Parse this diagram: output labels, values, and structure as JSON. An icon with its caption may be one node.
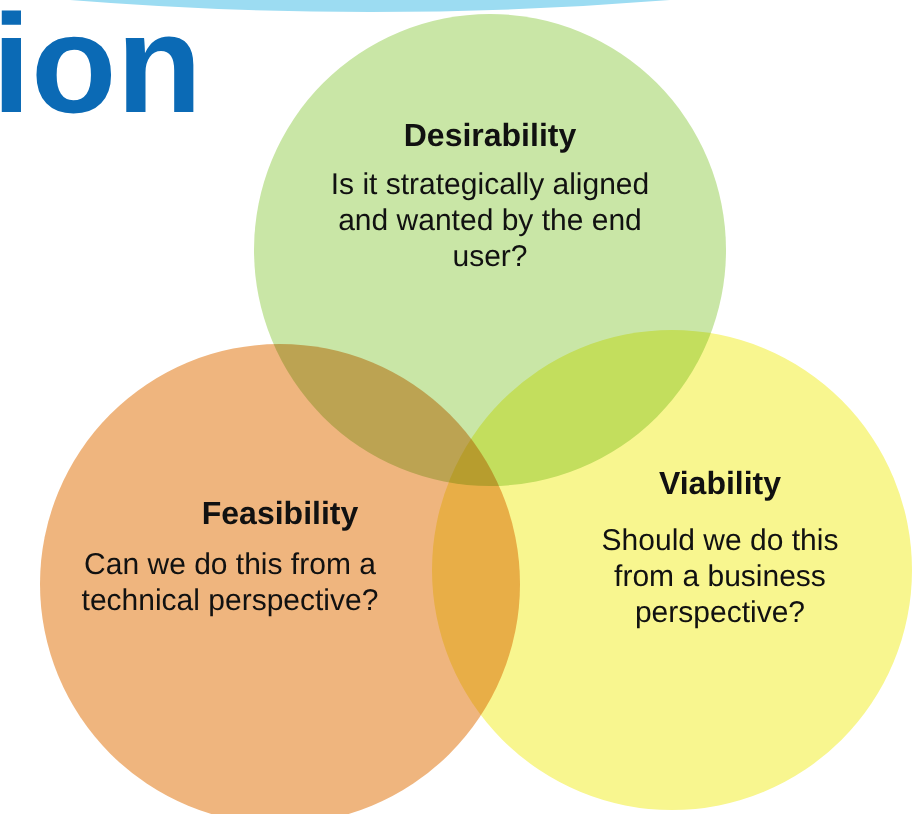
{
  "diagram": {
    "nodes": [
      {
        "text": [
          "Desirability",
          "Is it strategically aligned and wanted by the end user?"
        ]
      },
      {
        "text": [
          "Feasibility",
          "Can we do this from a technical perspective?"
        ]
      },
      {
        "text": [
          "Viability",
          "Should we do this from a business perspective?"
        ]
      }
    ],
    "labels": [
      "ion"
    ]
  }
}
